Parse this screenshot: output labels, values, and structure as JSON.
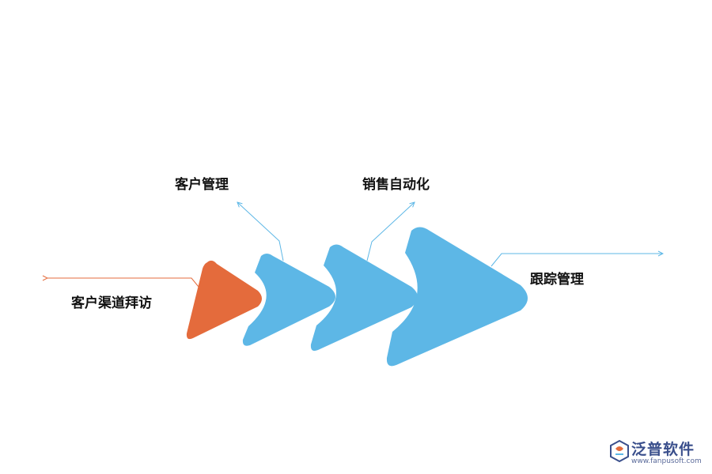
{
  "diagram": {
    "stages": [
      {
        "label": "客户渠道拜访",
        "color": "#E46B3C"
      },
      {
        "label": "客户管理",
        "color": "#5DB7E6"
      },
      {
        "label": "销售自动化",
        "color": "#5DB7E6"
      },
      {
        "label": "跟踪管理",
        "color": "#5DB7E6"
      }
    ],
    "connector_colors": {
      "orange": "#E46B3C",
      "blue": "#5DB7E6"
    }
  },
  "watermark": {
    "brand": "泛普软件",
    "url": "www.fanpusoft.com",
    "color": "#3a4f8c"
  }
}
